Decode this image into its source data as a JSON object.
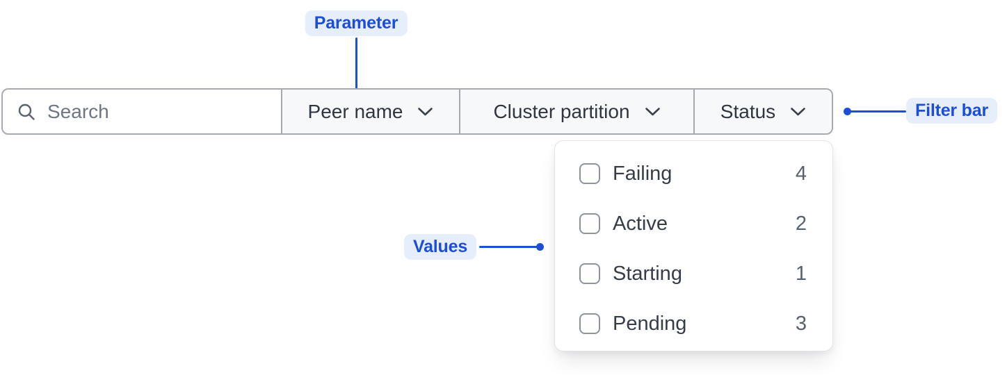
{
  "annotations": {
    "parameter": {
      "label": "Parameter"
    },
    "filter_bar": {
      "label": "Filter bar"
    },
    "values": {
      "label": "Values"
    }
  },
  "filter_bar": {
    "search": {
      "placeholder": "Search",
      "icon": "search-icon",
      "value": ""
    },
    "dropdowns": [
      {
        "label": "Peer name",
        "icon": "chevron-down-icon",
        "open": false
      },
      {
        "label": "Cluster partition",
        "icon": "chevron-down-icon",
        "open": false
      },
      {
        "label": "Status",
        "icon": "chevron-down-icon",
        "open": true
      }
    ]
  },
  "status_dropdown": {
    "options": [
      {
        "label": "Failing",
        "count": 4,
        "checked": false
      },
      {
        "label": "Active",
        "count": 2,
        "checked": false
      },
      {
        "label": "Starting",
        "count": 1,
        "checked": false
      },
      {
        "label": "Pending",
        "count": 3,
        "checked": false
      }
    ]
  },
  "colors": {
    "accent_blue": "#1d4ed8",
    "annotation_pill_bg": "#e7eefb",
    "filter_bar_border": "#a6a9b0",
    "dropdown_section_bg": "#f7f8f9",
    "panel_border": "#e3e4e9",
    "checkbox_border": "#8d939d",
    "label_text": "#30363f",
    "count_text": "#59616e",
    "placeholder_text": "#6f7683"
  }
}
